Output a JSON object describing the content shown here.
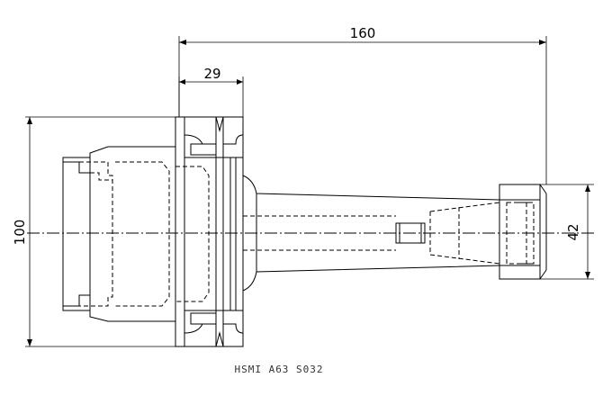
{
  "dimensions": {
    "overall_length": "160",
    "flange_width": "29",
    "body_diameter": "100",
    "nut_diameter": "42"
  },
  "caption": "HSMI  A63 S032"
}
